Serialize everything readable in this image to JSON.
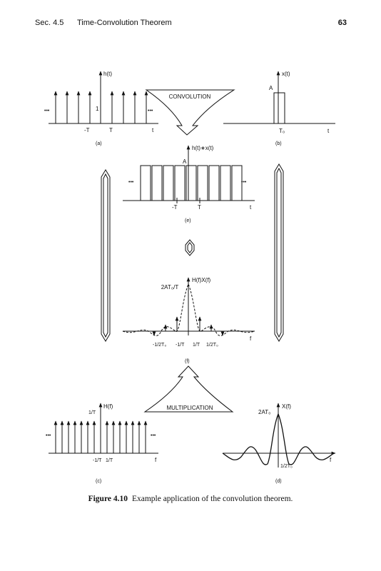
{
  "header": {
    "section": "Sec. 4.5",
    "title": "Time-Convolution Theorem",
    "page": "63"
  },
  "caption": {
    "label": "Figure 4.10",
    "text": "Example application of the convolution theorem."
  },
  "ops": {
    "convolution": "CONVOLUTION",
    "multiplication": "MULTIPLICATION"
  },
  "panels": {
    "a": {
      "label": "(a)",
      "func": "h(t)",
      "axis": "t",
      "one": "1",
      "neg": "-T",
      "pos": "T",
      "dots": "•••"
    },
    "b": {
      "label": "(b)",
      "func": "x(t)",
      "axis": "t",
      "amp": "A",
      "t0": "T₀"
    },
    "e": {
      "label": "(e)",
      "func": "h(t)∗x(t)",
      "axis": "t",
      "amp": "A",
      "neg": "-T",
      "pos": "T",
      "dots": "•••"
    },
    "f": {
      "label": "(f)",
      "func": "H(f)X(f)",
      "axis": "f",
      "peak": "2AT₀/T",
      "ticks": [
        "-1/2T₀",
        "-1/T",
        "1/T",
        "1/2T₀"
      ]
    },
    "c": {
      "label": "(c)",
      "func": "H(f)",
      "axis": "f",
      "amp": "1/T",
      "neg": "-1/T",
      "pos": "1/T",
      "dots": "•••"
    },
    "d": {
      "label": "(d)",
      "func": "X(f)",
      "axis": "f",
      "peak": "2AT₀",
      "tick": "1/2T₀"
    }
  },
  "colors": {
    "ink": "#111111",
    "paper": "#ffffff"
  }
}
